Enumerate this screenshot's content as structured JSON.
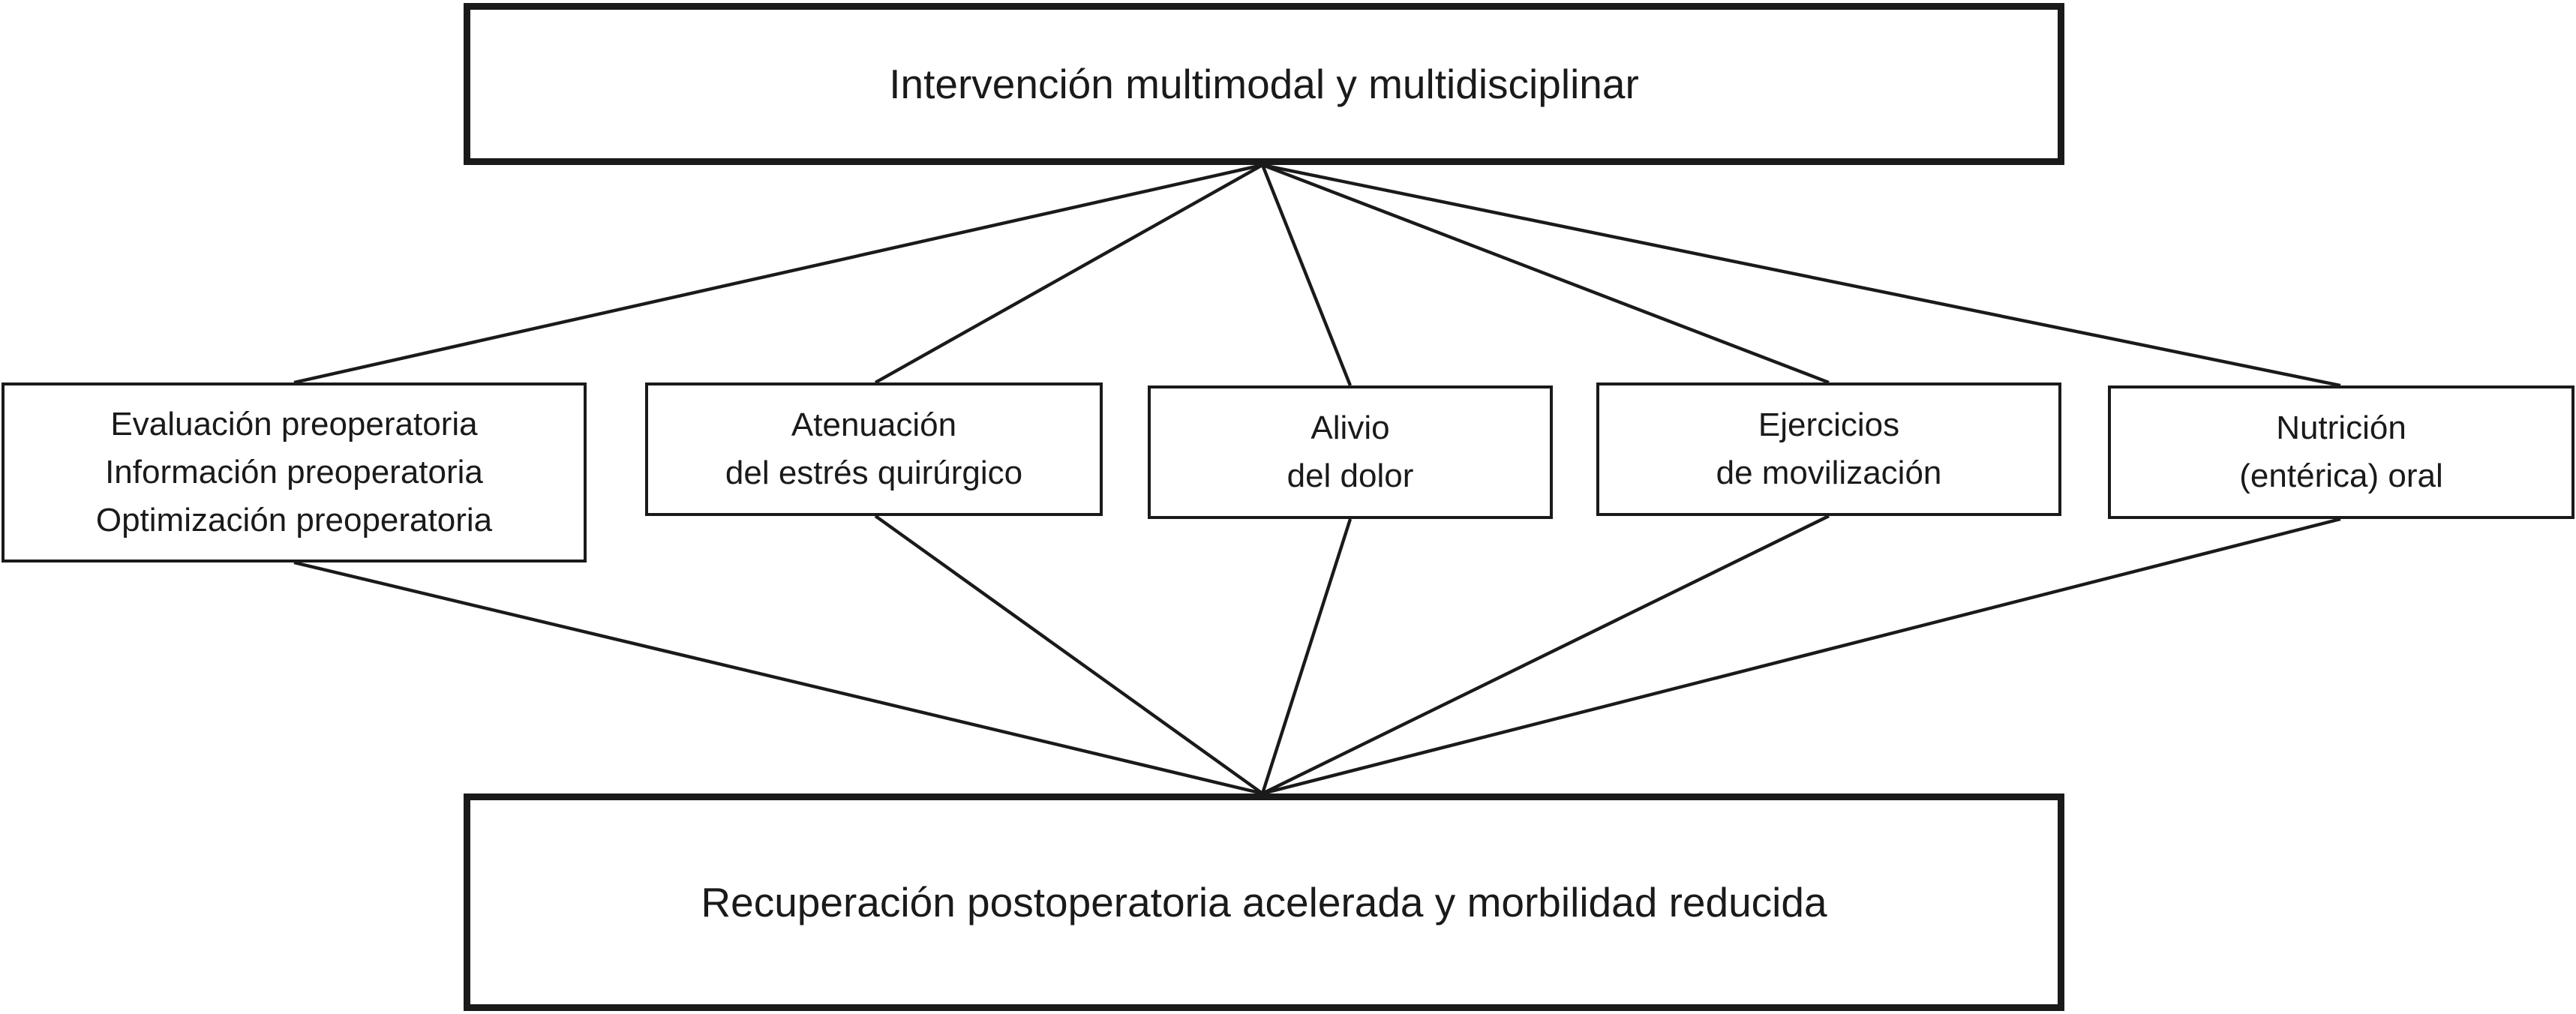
{
  "top": {
    "label": "Intervención multimodal y multidisciplinar"
  },
  "nodes": [
    {
      "lines": [
        "Evaluación preoperatoria",
        "Información preoperatoria",
        "Optimización preoperatoria"
      ]
    },
    {
      "lines": [
        "Atenuación",
        "del estrés quirúrgico"
      ]
    },
    {
      "lines": [
        "Alivio",
        "del dolor"
      ]
    },
    {
      "lines": [
        "Ejercicios",
        "de movilización"
      ]
    },
    {
      "lines": [
        "Nutrición",
        "(entérica) oral"
      ]
    }
  ],
  "bottom": {
    "label": "Recuperación postoperatoria acelerada y morbilidad reducida"
  },
  "colors": {
    "stroke": "#1a1a1a",
    "background": "#ffffff"
  }
}
